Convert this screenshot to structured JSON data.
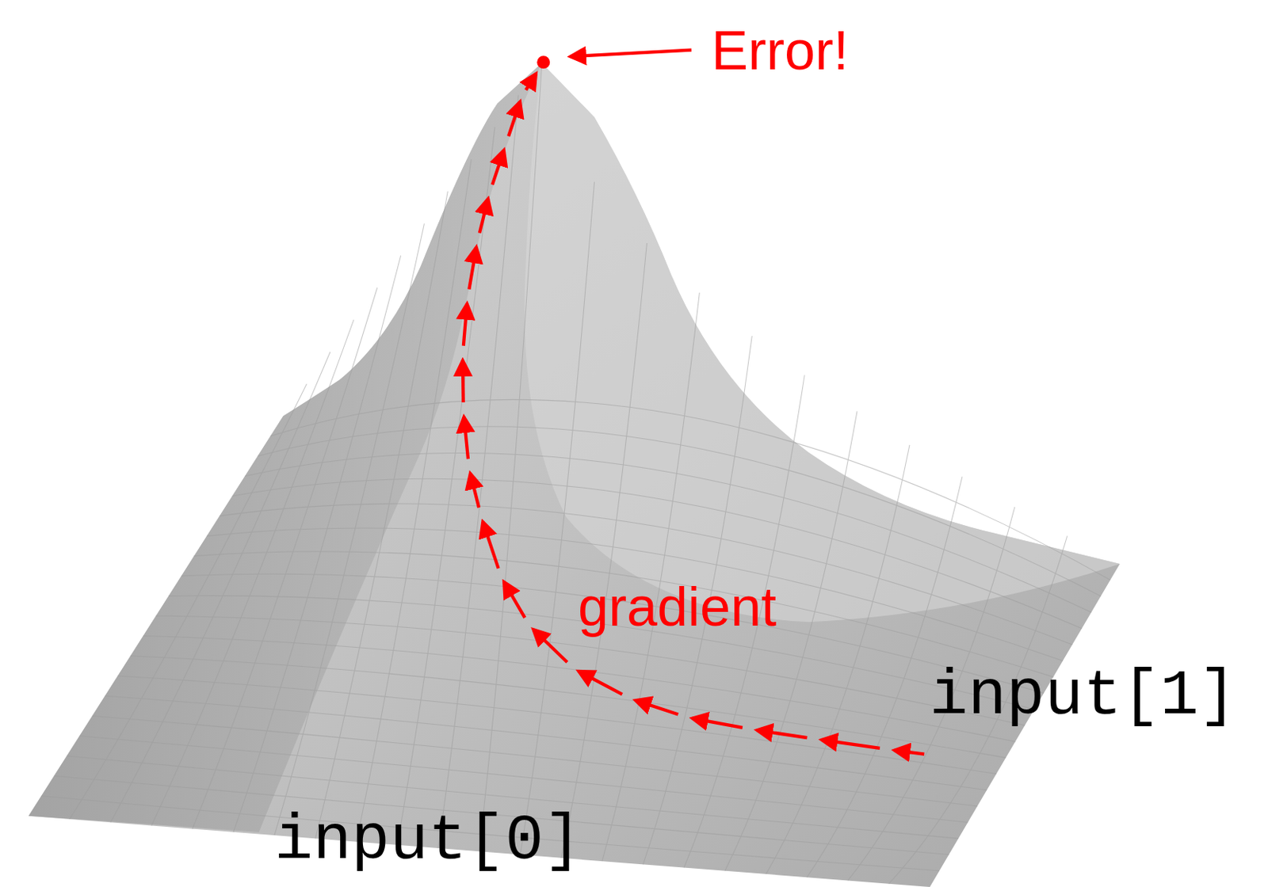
{
  "diagram": {
    "labels": [
      "Error!",
      "gradient",
      "input[1]",
      "input[0]"
    ]
  }
}
